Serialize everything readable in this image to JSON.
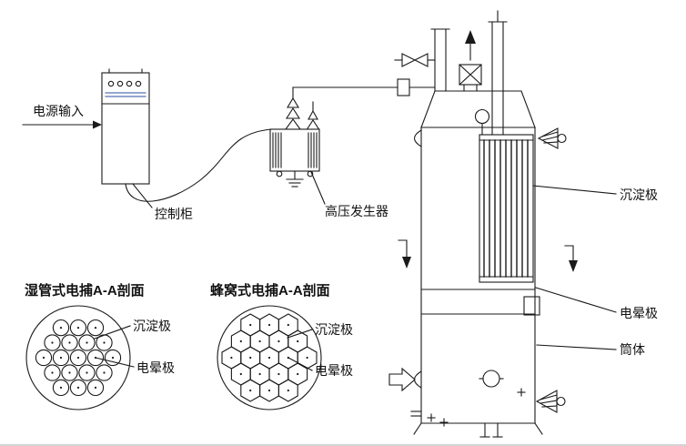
{
  "colors": {
    "line": "#1a1a1a",
    "accent_blue": "#2b4fa0",
    "text": "#111111",
    "background": "#ffffff"
  },
  "labels": {
    "power_input": "电源输入",
    "control_cabinet": "控制柜",
    "hv_generator": "高压发生器",
    "tower": {
      "collecting_electrode": "沉淀极",
      "corona_electrode": "电晕极",
      "shell": "筒体"
    },
    "wet_section": {
      "title": "湿管式电捕A-A剖面",
      "collecting_electrode": "沉淀极",
      "corona_electrode": "电晕极"
    },
    "honeycomb_section": {
      "title": "蜂窝式电捕A-A剖面",
      "collecting_electrode": "沉淀极",
      "corona_electrode": "电晕极"
    }
  }
}
